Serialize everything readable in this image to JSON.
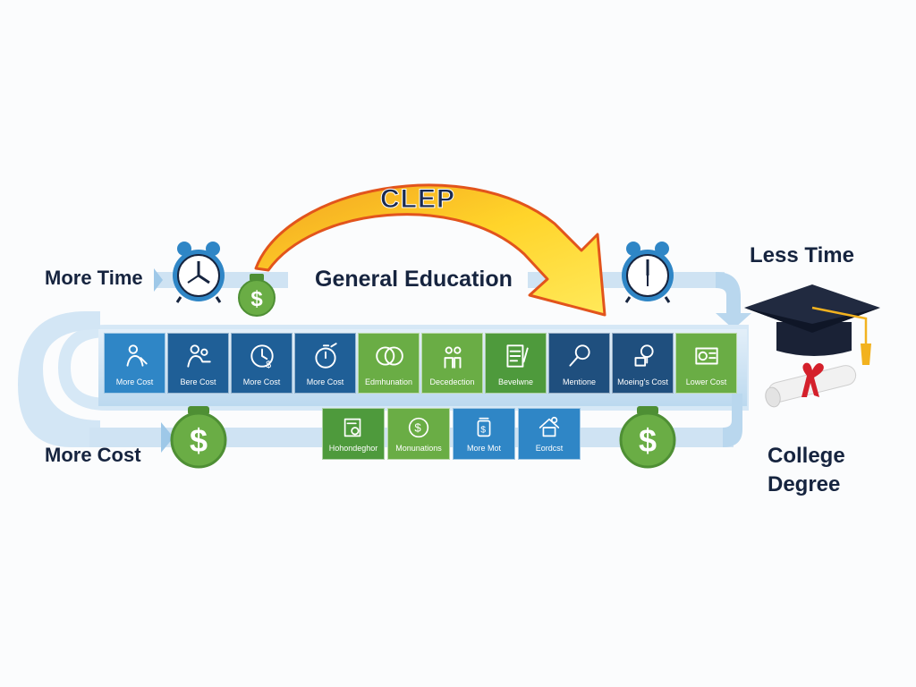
{
  "labels": {
    "clep": "CLEP",
    "more_time": "More Time",
    "general_education": "General Education",
    "less_time": "Less Time",
    "more_cost": "More Cost",
    "college": "College",
    "degree": "Degree"
  },
  "row1": [
    {
      "label": "More Cost",
      "color": "#2f86c6",
      "icon": "person-icon"
    },
    {
      "label": "Bere Cost",
      "color": "#1f5f97",
      "icon": "person-group-icon"
    },
    {
      "label": "More Cost",
      "color": "#1f5f97",
      "icon": "clock-dollar-icon"
    },
    {
      "label": "More Cost",
      "color": "#1f5f97",
      "icon": "timer-icon"
    },
    {
      "label": "Edmhunation",
      "color": "#6aad45",
      "icon": "circles-icon"
    },
    {
      "label": "Decedection",
      "color": "#6aad45",
      "icon": "people-icon"
    },
    {
      "label": "Bevelwne",
      "color": "#4e9a3c",
      "icon": "checklist-icon"
    },
    {
      "label": "Mentione",
      "color": "#1f4f7e",
      "icon": "magnifier-icon"
    },
    {
      "label": "Moeing's Cost",
      "color": "#1f4f7e",
      "icon": "lamp-icon"
    },
    {
      "label": "Lower Cost",
      "color": "#6aad45",
      "icon": "dollar-card-icon"
    }
  ],
  "row2": [
    {
      "label": "Hohondeghor",
      "color": "#4e9a3c",
      "icon": "gear-doc-icon"
    },
    {
      "label": "Monunations",
      "color": "#6aad45",
      "icon": "dollar-coin-icon"
    },
    {
      "label": "More Mot",
      "color": "#2f86c6",
      "icon": "dollar-jar-icon"
    },
    {
      "label": "Eordcst",
      "color": "#2f86c6",
      "icon": "house-icon"
    }
  ],
  "colors": {
    "navy": "#16243f",
    "track": "#cfe3f3",
    "track_edge": "#9ec8e8",
    "arrow_yellow": "#ffe13a",
    "arrow_orange": "#f08a1c",
    "coin_green": "#6aad45",
    "clock_blue": "#2f86c6"
  }
}
